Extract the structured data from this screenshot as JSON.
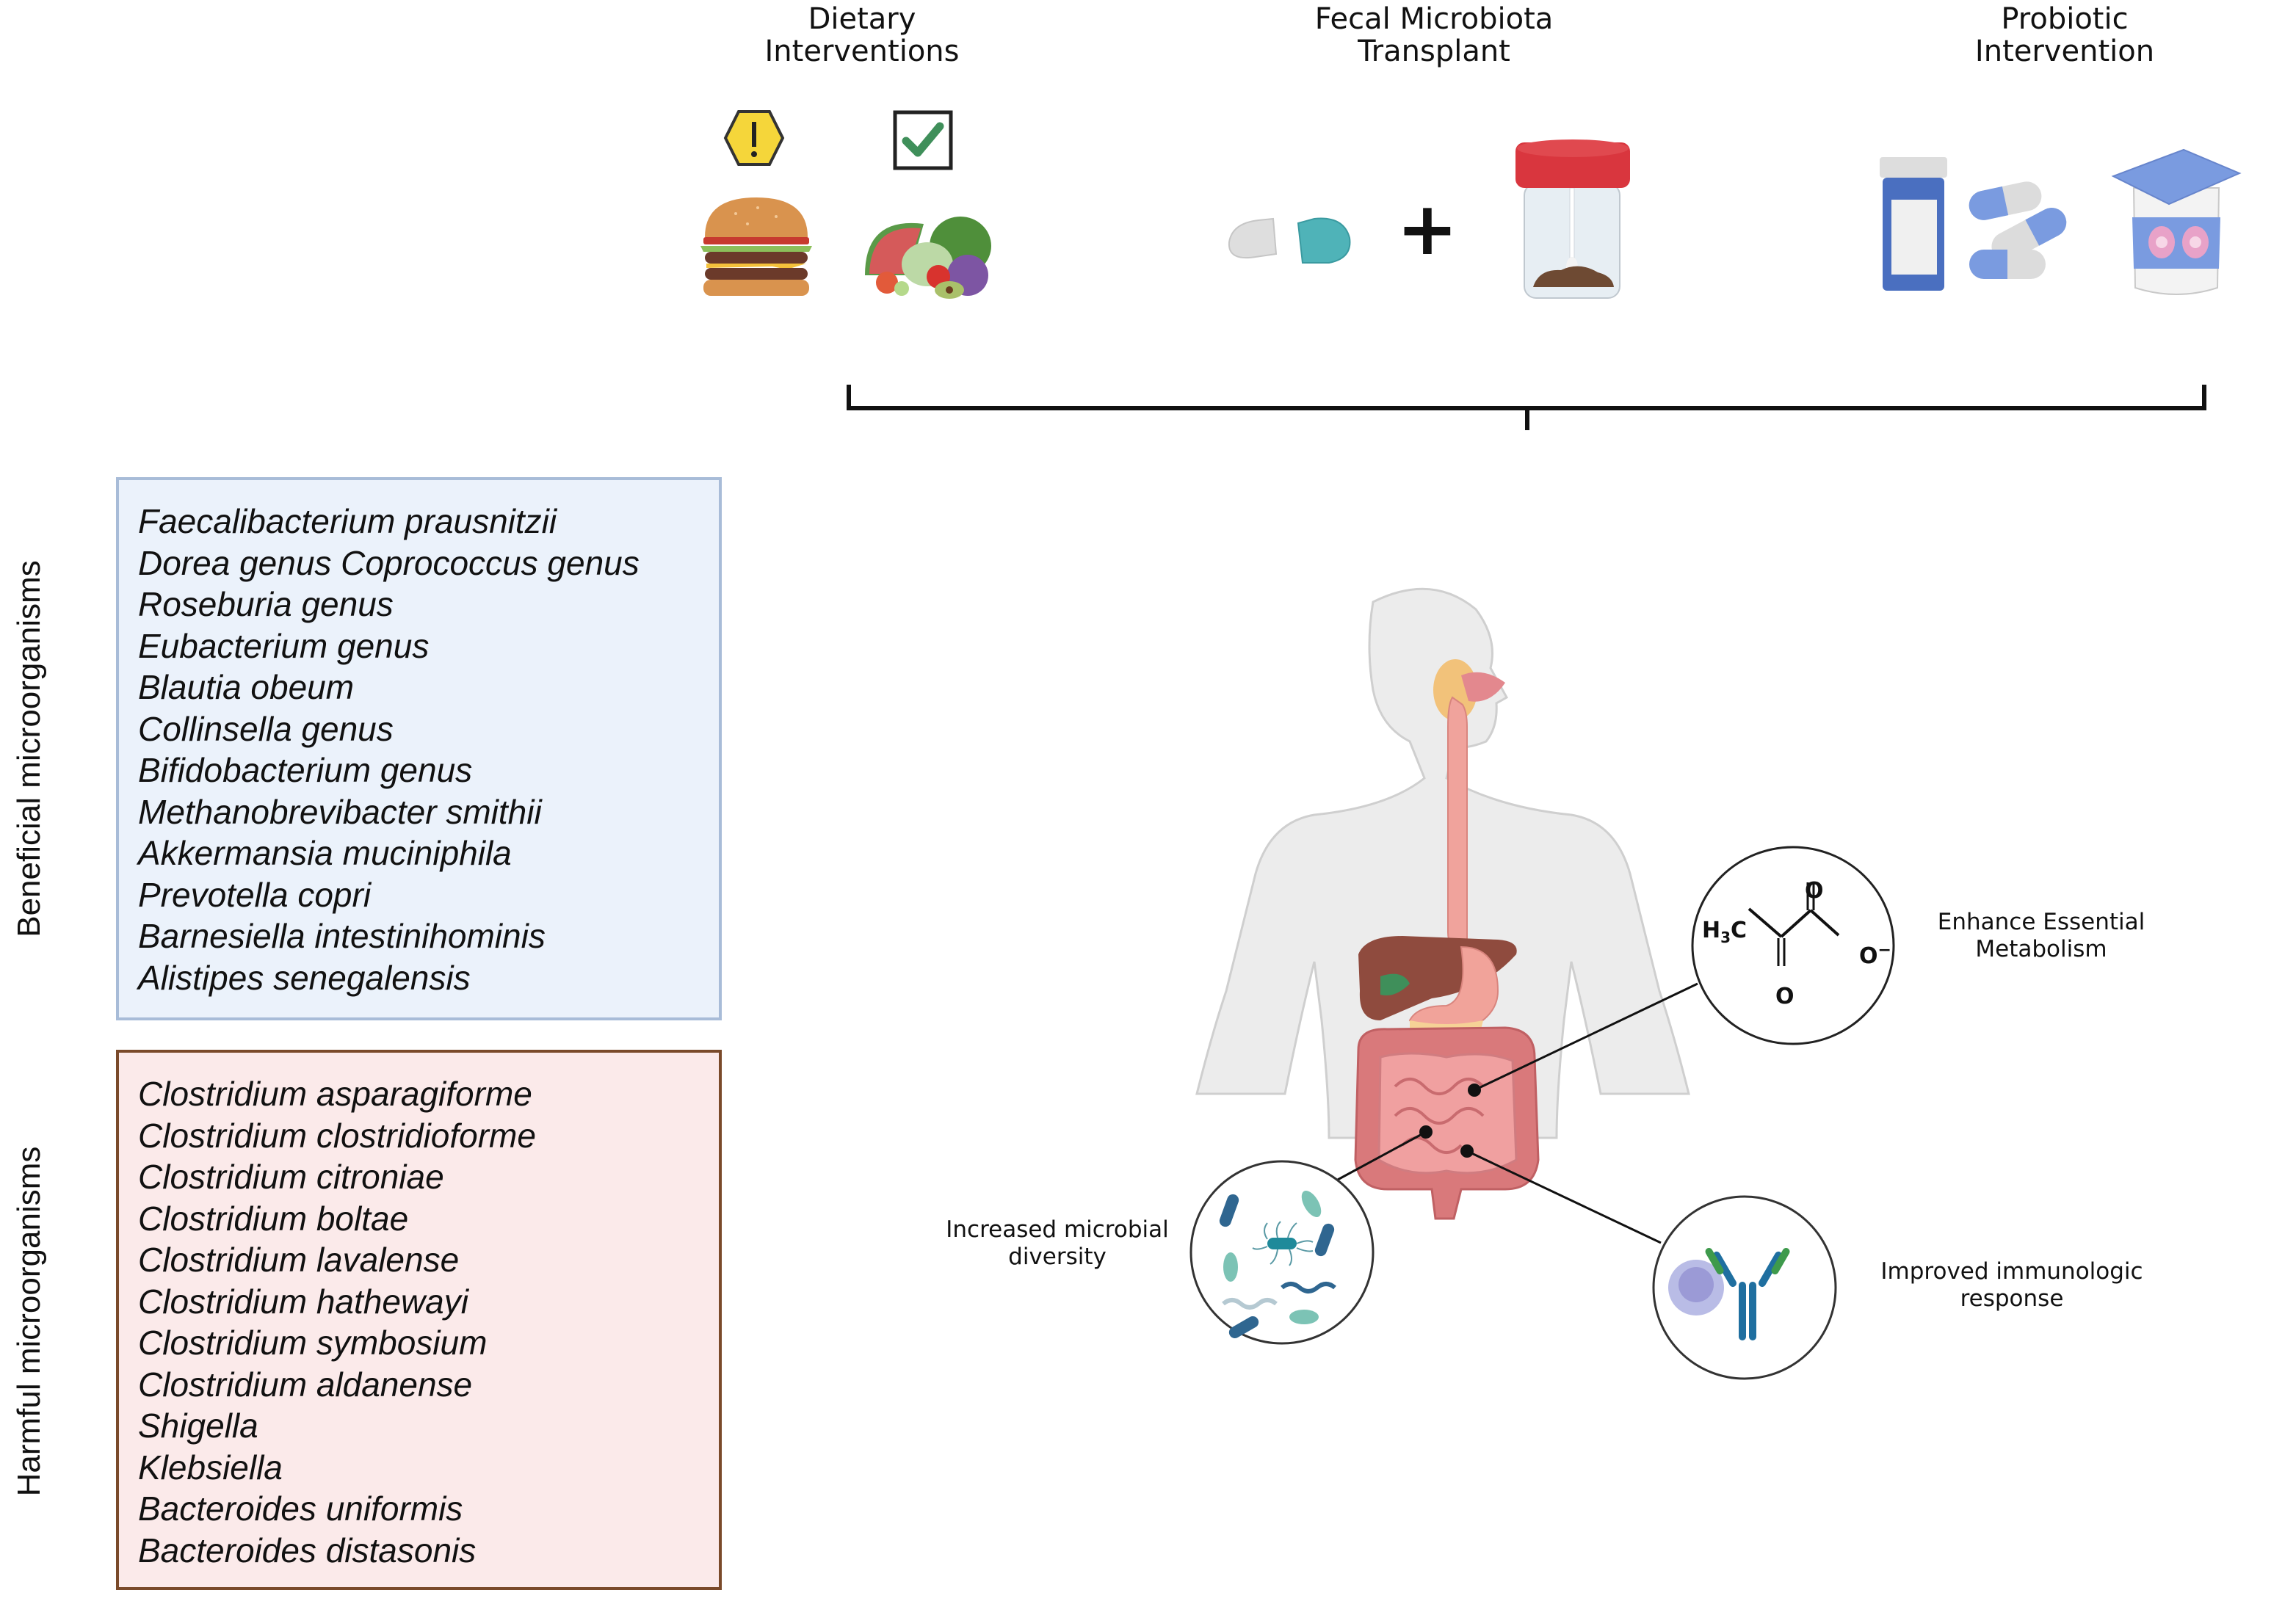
{
  "interventions": [
    {
      "title_line1": "Dietary",
      "title_line2": "Interventions",
      "icons": [
        "warning-hexagon-icon",
        "burger-icon",
        "checkbox-checked-icon",
        "fruits-vegetables-icon"
      ]
    },
    {
      "title_line1": "Fecal Microbiota",
      "title_line2": "Transplant",
      "icons": [
        "capsule-icon",
        "plus-icon",
        "stool-sample-jar-icon"
      ],
      "plus_symbol": "+"
    },
    {
      "title_line1": "Probiotic",
      "title_line2": "Intervention",
      "icons": [
        "pill-bottle-icon",
        "capsules-icon",
        "yogurt-cup-icon"
      ]
    }
  ],
  "beneficial": {
    "label": "Beneficial microorganisms",
    "items": [
      "Faecalibacterium prausnitzii",
      "Dorea genus Coprococcus genus",
      "Roseburia genus",
      "Eubacterium genus",
      "Blautia obeum",
      "Collinsella genus",
      "Bifidobacterium genus",
      "Methanobrevibacter smithii",
      "Akkermansia muciniphila",
      "Prevotella copri",
      "Barnesiella intestinihominis",
      "Alistipes senegalensis"
    ]
  },
  "harmful": {
    "label": "Harmful microorganisms",
    "items": [
      "Clostridium asparagiforme",
      "Clostridium clostridioforme",
      "Clostridium citroniae",
      "Clostridium boltae",
      "Clostridium lavalense",
      "Clostridium hathewayi",
      "Clostridium symbosium",
      "Clostridium aldanense",
      "Shigella",
      "Klebsiella",
      "Bacteroides uniformis",
      "Bacteroides distasonis"
    ]
  },
  "outcomes": {
    "metabolism": {
      "line1": "Enhance Essential",
      "line2": "Metabolism",
      "molecule": {
        "methyl": "H",
        "methyl_sub": "3",
        "methyl_c": "C",
        "oxygen": "O",
        "charge": "−"
      }
    },
    "diversity": {
      "line1": "Increased microbial",
      "line2": "diversity"
    },
    "immune": {
      "line1": "Improved immunologic",
      "line2": "response"
    }
  },
  "colors": {
    "beneficial_bg": "#ebf2fb",
    "beneficial_border": "#a8bcd8",
    "harmful_bg": "#fbeaea",
    "harmful_border": "#7a4a2a",
    "warning_yellow": "#f5d63a",
    "check_green": "#3f8f5a",
    "jar_lid_red": "#d9363e",
    "capsule_teal": "#4fb3b8",
    "probiotic_blue": "#7a9be0",
    "gut_pink": "#e39a9a"
  }
}
